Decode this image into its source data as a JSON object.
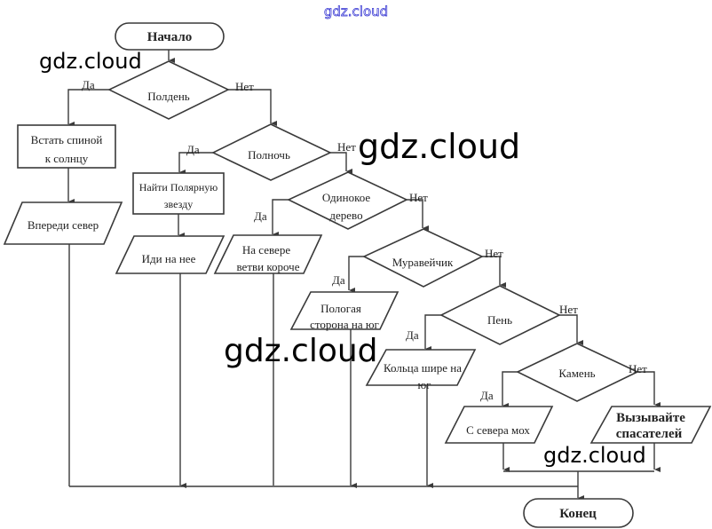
{
  "watermarks": {
    "top": "gdz.cloud",
    "w1": "gdz.cloud",
    "w2": "gdz.cloud",
    "w3": "gdz.cloud",
    "w4": "gdz.cloud"
  },
  "terminals": {
    "start": "Начало",
    "end": "Конец"
  },
  "decisions": [
    {
      "label": "Полдень"
    },
    {
      "label": "Полночь"
    },
    {
      "label_line1": "Одинокое",
      "label_line2": "дерево"
    },
    {
      "label": "Муравейчик"
    },
    {
      "label": "Пень"
    },
    {
      "label": "Камень"
    }
  ],
  "processes": [
    {
      "line1": "Встать спиной",
      "line2": "к солнцу"
    },
    {
      "line1": "Найти Полярную",
      "line2": "звезду"
    }
  ],
  "outputs": [
    {
      "line1": "Впереди север"
    },
    {
      "line1": "Иди на нее"
    },
    {
      "line1": "На севере",
      "line2": "ветви короче"
    },
    {
      "line1": "Пологая",
      "line2": "сторона на юг"
    },
    {
      "line1": "Кольца шире на",
      "line2": "юг"
    },
    {
      "line1": "С севера мох"
    },
    {
      "line1": "Вызывайте",
      "line2": "спасателей"
    }
  ],
  "branch_labels": {
    "yes": "Да",
    "no": "Нет"
  }
}
